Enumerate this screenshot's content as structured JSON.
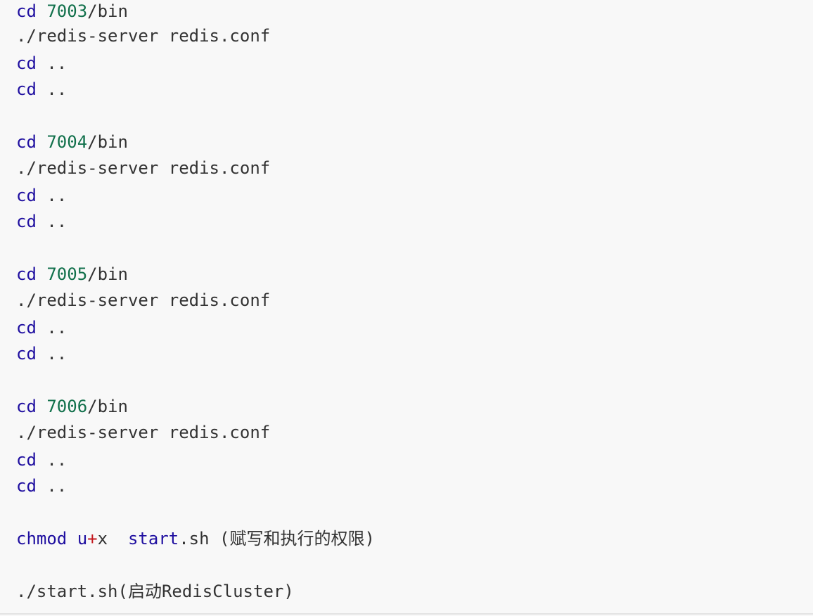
{
  "colors": {
    "background": "#f8f8f8",
    "keyword": "#1f0fa0",
    "number": "#11704b",
    "operator": "#c3161c",
    "text": "#333333"
  },
  "code": {
    "cd": "cd",
    "dotdot": "..",
    "space": " ",
    "bin_suffix": "/bin",
    "server_cmd": "./redis-server redis.conf",
    "blocks": [
      {
        "port": "7003"
      },
      {
        "port": "7004"
      },
      {
        "port": "7005"
      },
      {
        "port": "7006"
      }
    ],
    "chmod": {
      "cmd": "chmod",
      "user": "u",
      "plus": "+",
      "perm": "x",
      "gap": "  ",
      "start": "start",
      "ext": ".sh",
      "note": " (赋写和执行的权限)"
    },
    "run": {
      "script": "./start.sh",
      "note": "(启动RedisCluster)"
    }
  }
}
